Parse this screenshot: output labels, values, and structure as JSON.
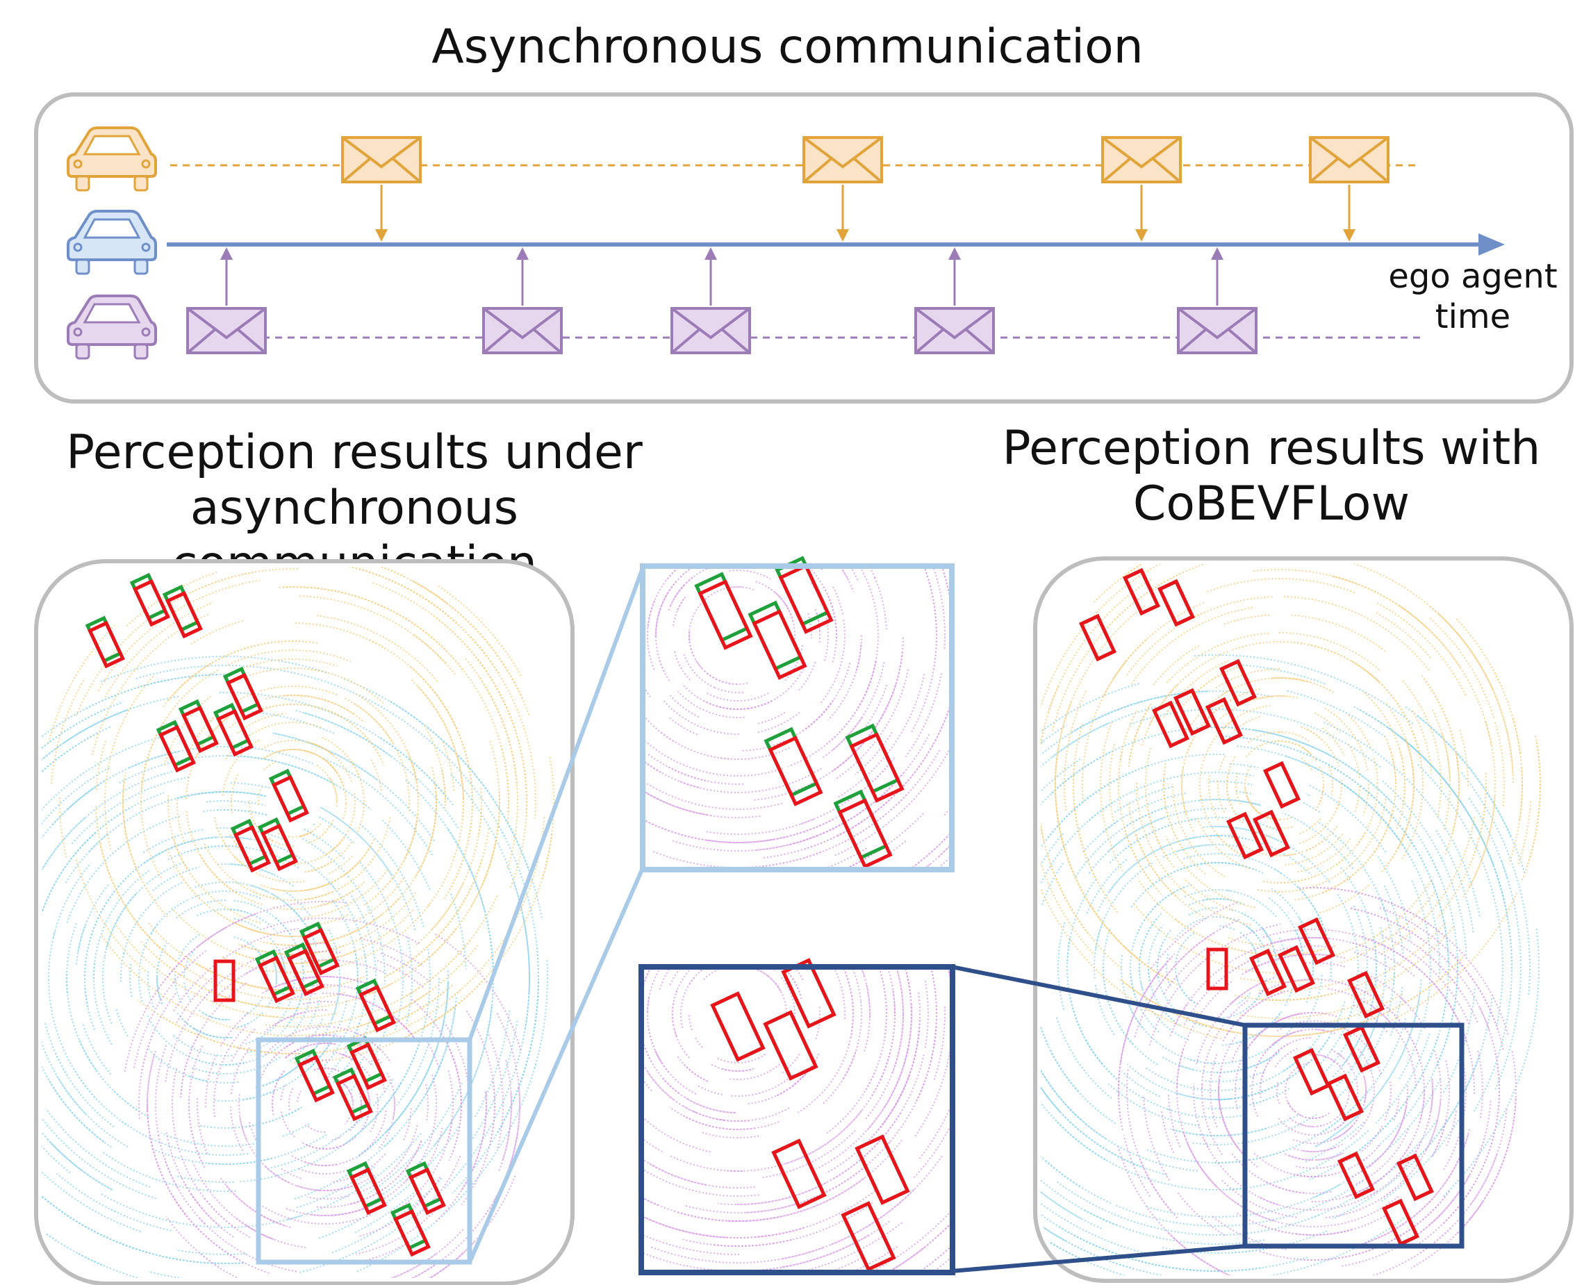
{
  "title": "Asynchronous communication",
  "timeline": {
    "ego_label_line1": "ego agent",
    "ego_label_line2": "time",
    "colors": {
      "agent_orange": "#E0A43A",
      "agent_orange_fill": "#FBE3C8",
      "agent_blue": "#6F8FC9",
      "agent_blue_fill": "#D6E6F6",
      "agent_purple": "#9B7CB6",
      "agent_purple_fill": "#E6D6EE",
      "panel_border": "#BDBDBD"
    },
    "icons": [
      "car-icon",
      "envelope-icon"
    ]
  },
  "left_panel": {
    "title_line1": "Perception results under",
    "title_line2": "asynchronous communication"
  },
  "right_panel": {
    "title_line1": "Perception results with",
    "title_line2": "CoBEVFLow"
  },
  "box_colors": {
    "prediction": "#E8141B",
    "ground_truth": "#1FA03A",
    "zoom_light": "#A9CBE8",
    "zoom_dark": "#2F4F8B",
    "point_blue": "#8ED3EC",
    "point_orange": "#F5CF84",
    "point_purple": "#D9A0E6"
  }
}
